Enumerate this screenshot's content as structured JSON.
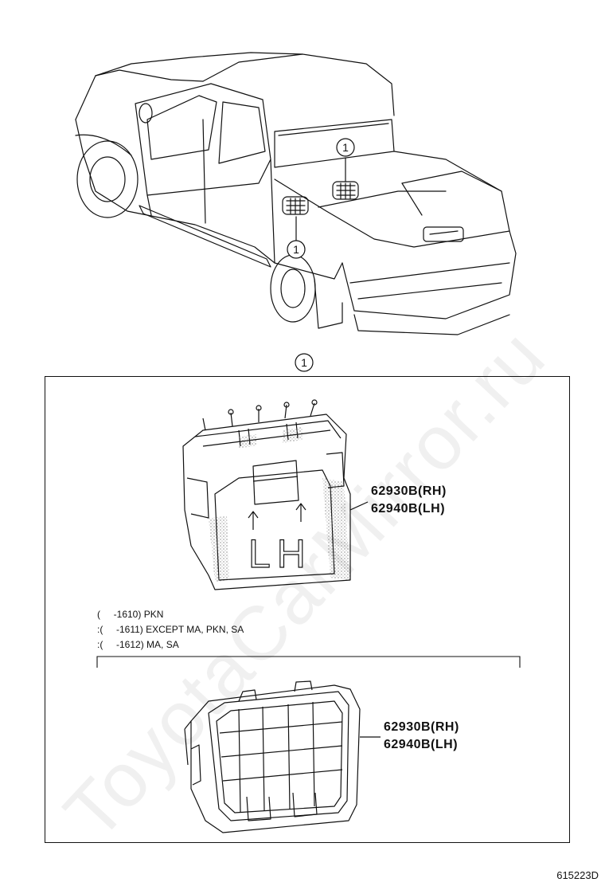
{
  "callout": {
    "number": "1"
  },
  "parts": {
    "upper_rh": "62930B(RH)",
    "upper_lh": "62940B(LH)",
    "lower_rh": "62930B(RH)",
    "lower_lh": "62940B(LH)"
  },
  "embossed_label": "LH",
  "notes": [
    "(     -1610) PKN",
    ":(     -1611) EXCEPT MA, PKN, SA",
    ":(     -1612) MA, SA"
  ],
  "diagram_id": "615223D",
  "watermark": "ToyotaCarMirror.ru",
  "colors": {
    "line": "#111111",
    "background": "#ffffff"
  }
}
